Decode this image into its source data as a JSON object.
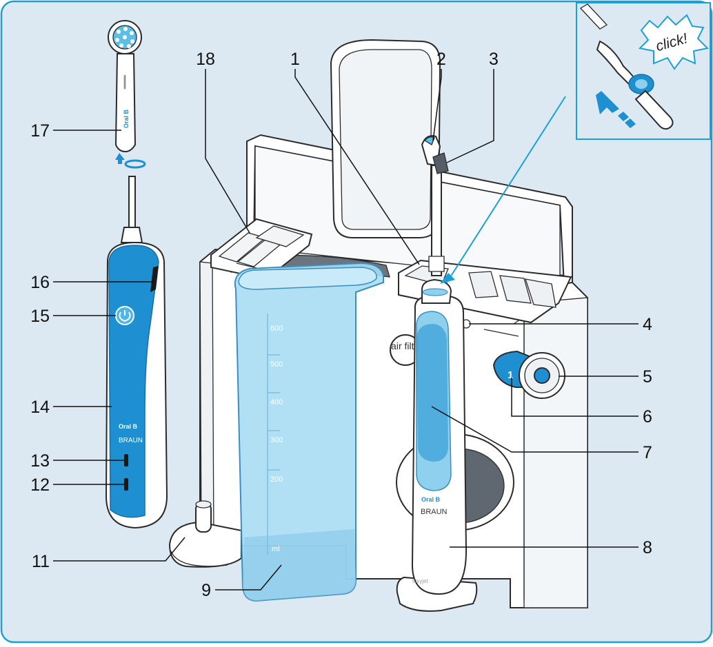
{
  "figure": {
    "background_color": "#dde9f2",
    "frame_color": "#1aa0d8",
    "accent_blue": "#1e8fd0",
    "light_blue": "#8fd0ef",
    "tank_blue": "#a9dcf3"
  },
  "labels": {
    "l1": "1",
    "l2": "2",
    "l3": "3",
    "l4": "4",
    "l5": "5",
    "l6": "6",
    "l7": "7",
    "l8": "8",
    "l9": "9",
    "l11": "11",
    "l12": "12",
    "l13": "13",
    "l14": "14",
    "l15": "15",
    "l16": "16",
    "l17": "17",
    "l18": "18"
  },
  "inset": {
    "callout": "click!"
  },
  "tank_scale": {
    "m600": "600",
    "m500": "500",
    "m400": "400",
    "m300": "300",
    "m200": "200",
    "unit": "ml"
  },
  "branding": {
    "toothbrush_brand": "Oral B",
    "toothbrush_maker": "BRAUN",
    "handle_brand": "Oral B",
    "handle_maker": "BRAUN",
    "handle_model": "Oxyjet",
    "brush_head_brand": "Oral B"
  },
  "station": {
    "air_filter": "air filter",
    "dial_setting": "1"
  }
}
